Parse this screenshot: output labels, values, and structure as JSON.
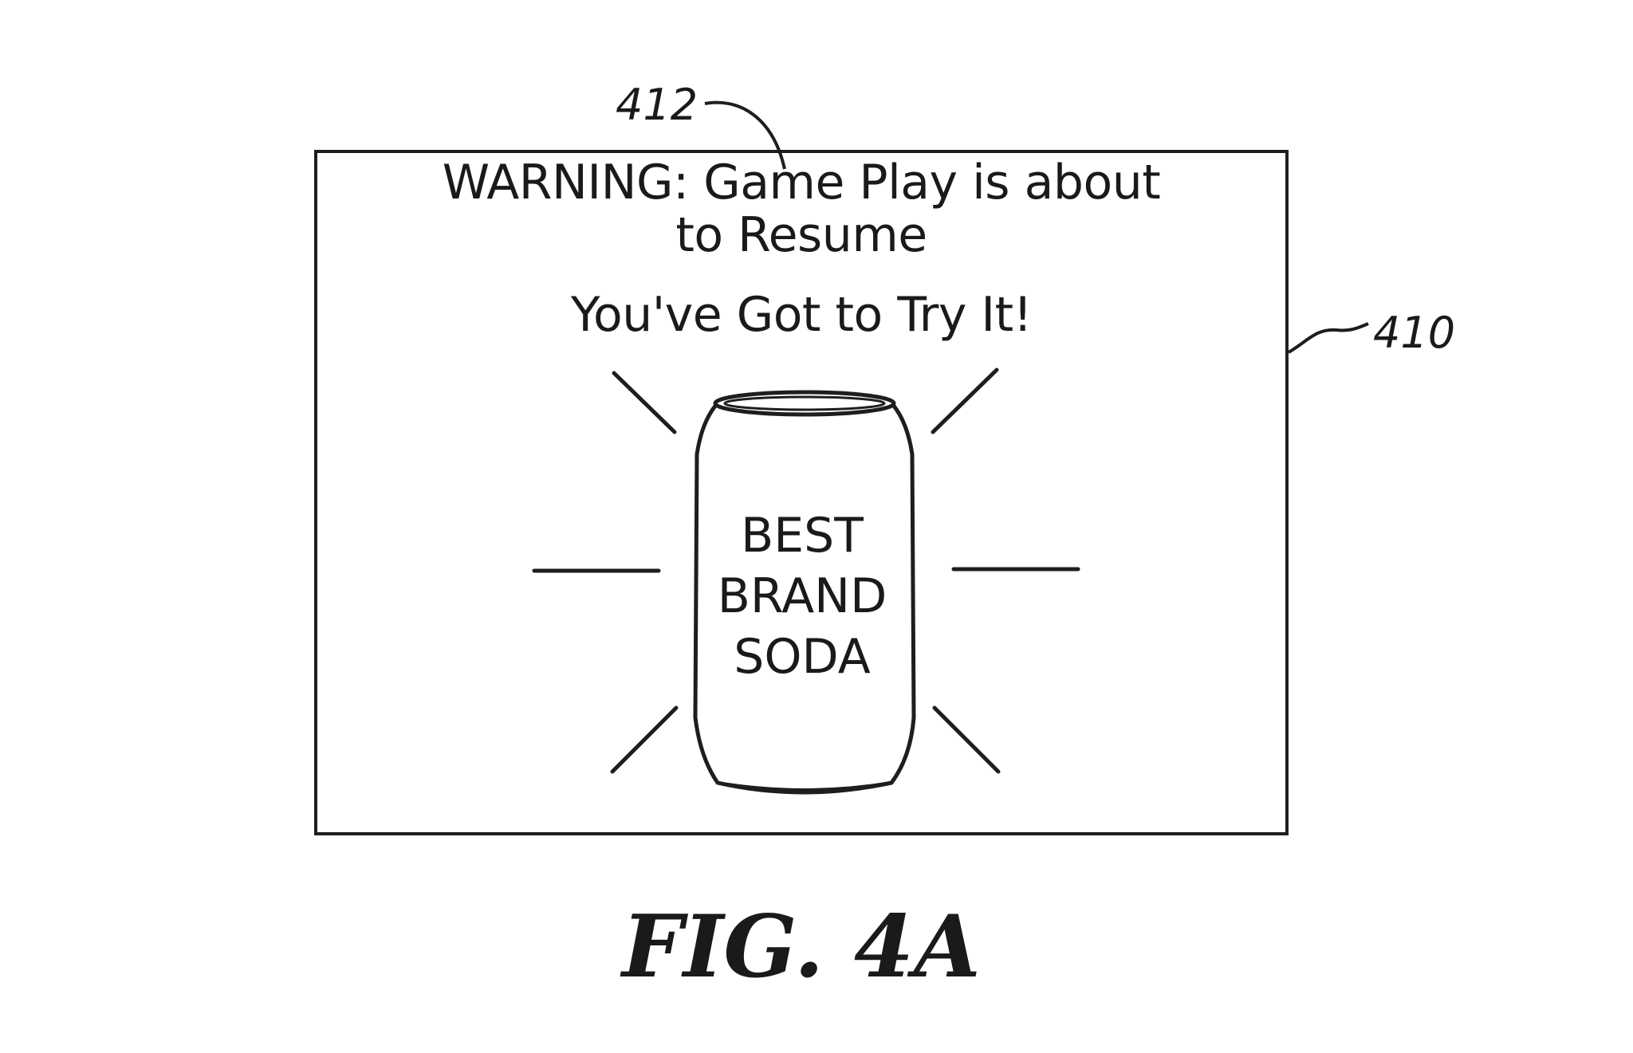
{
  "figure": {
    "caption": "FIG. 4A",
    "reference_numerals": {
      "screen": "410",
      "warning_message": "412"
    }
  },
  "screen": {
    "warning_lines": [
      "WARNING: Game Play is about",
      "to Resume"
    ],
    "tagline": "You've Got to Try It!",
    "can_label_lines": [
      "BEST",
      "BRAND",
      "SODA"
    ]
  }
}
